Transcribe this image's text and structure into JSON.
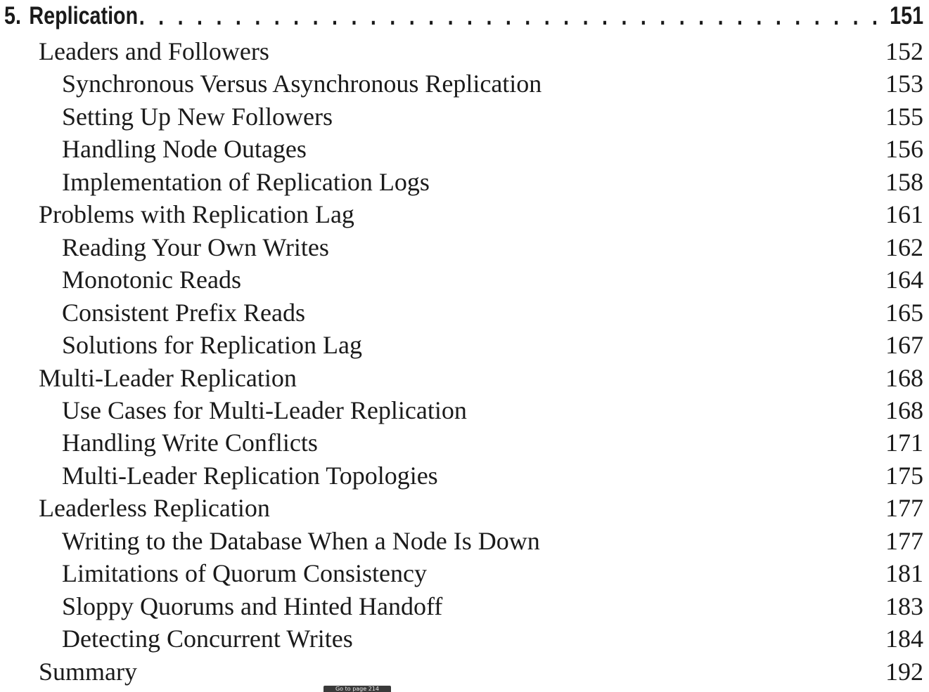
{
  "chapter": {
    "number": "5.",
    "title": "Replication",
    "page": "151",
    "dots": ". . . . . . . . . . . . . . . . . . . . . . . . . . . . . . . . . . . . . . . . . . . . . . . . . . . . . . . . . . . . . . . . . . . ."
  },
  "entries": [
    {
      "title": "Leaders and Followers",
      "page": "152",
      "level": 1
    },
    {
      "title": "Synchronous Versus Asynchronous Replication",
      "page": "153",
      "level": 2
    },
    {
      "title": "Setting Up New Followers",
      "page": "155",
      "level": 2
    },
    {
      "title": "Handling Node Outages",
      "page": "156",
      "level": 2
    },
    {
      "title": "Implementation of Replication Logs",
      "page": "158",
      "level": 2
    },
    {
      "title": "Problems with Replication Lag",
      "page": "161",
      "level": 1
    },
    {
      "title": "Reading Your Own Writes",
      "page": "162",
      "level": 2
    },
    {
      "title": "Monotonic Reads",
      "page": "164",
      "level": 2
    },
    {
      "title": "Consistent Prefix Reads",
      "page": "165",
      "level": 2
    },
    {
      "title": "Solutions for Replication Lag",
      "page": "167",
      "level": 2
    },
    {
      "title": "Multi-Leader Replication",
      "page": "168",
      "level": 1
    },
    {
      "title": "Use Cases for Multi-Leader Replication",
      "page": "168",
      "level": 2
    },
    {
      "title": "Handling Write Conflicts",
      "page": "171",
      "level": 2
    },
    {
      "title": "Multi-Leader Replication Topologies",
      "page": "175",
      "level": 2
    },
    {
      "title": "Leaderless Replication",
      "page": "177",
      "level": 1
    },
    {
      "title": "Writing to the Database When a Node Is Down",
      "page": "177",
      "level": 2
    },
    {
      "title": "Limitations of Quorum Consistency",
      "page": "181",
      "level": 2
    },
    {
      "title": "Sloppy Quorums and Hinted Handoff",
      "page": "183",
      "level": 2
    },
    {
      "title": "Detecting Concurrent Writes",
      "page": "184",
      "level": 2
    },
    {
      "title": "Summary",
      "page": "192",
      "level": 1
    }
  ],
  "tooltip": {
    "text": "Go to page 214"
  }
}
